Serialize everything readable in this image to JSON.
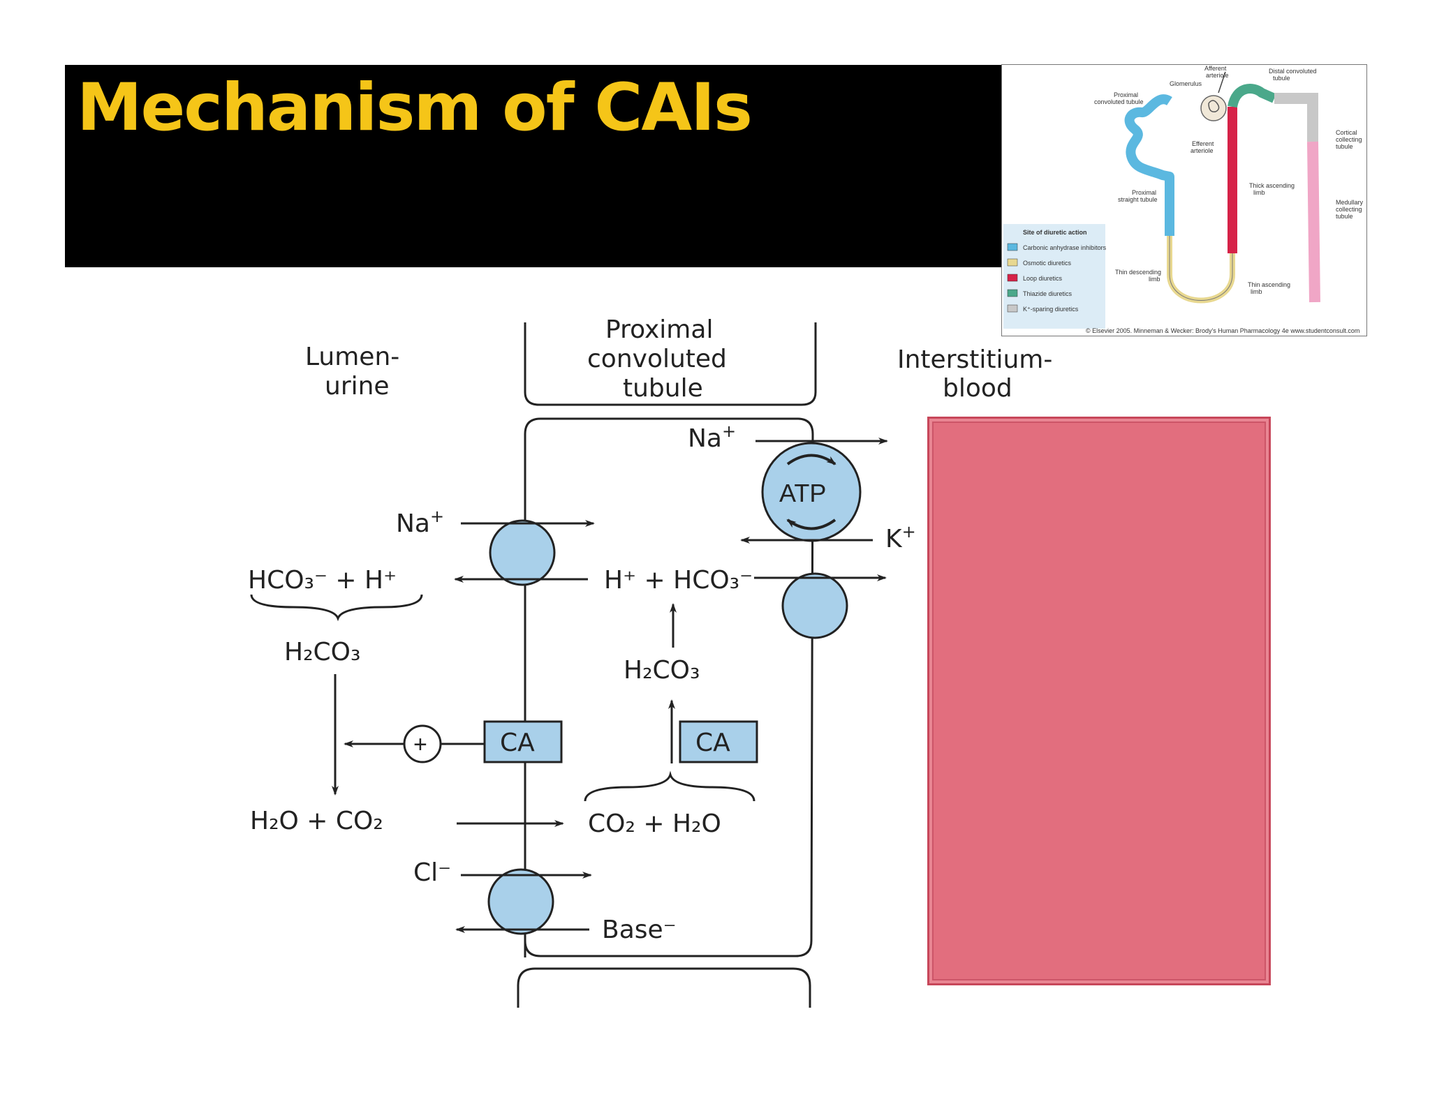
{
  "slide": {
    "title": "Mechanism of CAIs",
    "colors": {
      "banner": "#000000",
      "title": "#f5c518",
      "overlay_box": "#e26e7e",
      "transporter": "#a9d0ea"
    }
  },
  "diagram": {
    "headers": {
      "lumen_line1": "Lumen-",
      "lumen_line2": "urine",
      "tubule_line1": "Proximal",
      "tubule_line2": "convoluted",
      "tubule_line3": "tubule",
      "interstitium_line1": "Interstitium-",
      "interstitium_line2": "blood"
    },
    "labels": {
      "na_top": "Na",
      "na_top_sup": "+",
      "atp": "ATP",
      "k": "K",
      "k_sup": "+",
      "na_left": "Na",
      "na_left_sup": "+",
      "hco3_h_left": "HCO₃⁻ + H⁺",
      "h_hco3_right": "H⁺ + HCO₃⁻",
      "h2co3_left": "H₂CO₃",
      "h2co3_right": "H₂CO₃",
      "plus": "+",
      "ca_left": "CA",
      "ca_right": "CA",
      "h2o_co2_left": "H₂O + CO₂",
      "co2_h2o_right": "CO₂ + H₂O",
      "cl": "Cl⁻",
      "base": "Base⁻"
    }
  },
  "inset": {
    "labels": {
      "afferent": "Afferent",
      "afferent2": "arteriole",
      "glomerulus": "Glomerulus",
      "distal": "Distal convoluted",
      "distal2": "tubule",
      "proximal": "Proximal",
      "proximal2": "convoluted tubule",
      "efferent": "Efferent",
      "efferent2": "arteriole",
      "cortical": "Cortical",
      "cortical2": "collecting",
      "cortical3": "tubule",
      "thick": "Thick ascending",
      "thick2": "limb",
      "proximal_straight": "Proximal",
      "proximal_straight2": "straight tubule",
      "medullary": "Medullary",
      "medullary2": "collecting",
      "medullary3": "tubule",
      "thin_desc": "Thin descending",
      "thin_desc2": "limb",
      "thin_asc": "Thin ascending",
      "thin_asc2": "limb",
      "copyright": "© Elsevier 2005. Minneman & Wecker: Brody's Human Pharmacology 4e www.studentconsult.com"
    },
    "legend": {
      "title": "Site of diuretic action",
      "items": [
        {
          "label": "Carbonic anhydrase inhibitors",
          "color": "#5bb8e0"
        },
        {
          "label": "Osmotic diuretics",
          "color": "#e8d890"
        },
        {
          "label": "Loop diuretics",
          "color": "#d62248"
        },
        {
          "label": "Thiazide diuretics",
          "color": "#4aa88a"
        },
        {
          "label": "K⁺-sparing diuretics",
          "color": "#c8c8c8"
        }
      ]
    }
  }
}
